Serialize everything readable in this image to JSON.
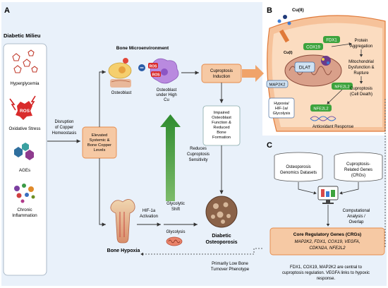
{
  "panels": {
    "a": "A",
    "b": "B",
    "c": "C"
  },
  "milieu": {
    "title": "Diabetic Milieu",
    "items": [
      "Hyperglycemia",
      "Oxidative Stress",
      "AGEs",
      "Chronic Inflammation"
    ],
    "ros_badge": "ROS"
  },
  "flow": {
    "disruption": "Disruption of Copper Homeostasis",
    "elevated": "Elevated Systemic & Bone Copper Levels",
    "bone_env": "Bone Microenvironment",
    "osteoblast": "Osteoblast",
    "osteoblast_cu": "Osteoblast under High Cu",
    "ros": "ROS",
    "cuproptosis_induction": "Cuproptosis Induction",
    "impaired": "Impaired Osteoblast Function & Reduced Bone Formation",
    "reduces": "Reduces Cuproptosis Sensitivity",
    "hif_activation": "HIF-1a Activation",
    "glycolytic_shift": "Glycolytic Shift",
    "glycolysis": "Glycolysis",
    "bone_hypoxia": "Bone Hypoxia",
    "diabetic_op": "Diabetic Osteoporosis",
    "low_turnover": "Primarily Low Bone Turnover Phenotype"
  },
  "panel_b": {
    "cu": "Cu(II)",
    "cu_inner": "Cu(I)",
    "fdx1": "FDX1",
    "cox19": "COX19",
    "dlat": "DLAT",
    "map2k2": "MAP2K2",
    "hypoxia": "Hypoxia/ HIF-1a/ Glycolysis",
    "nfe2l2_a": "NFE2L2",
    "nfe2l2_b": "NFE2L2",
    "antioxidant": "Antioxidant Response",
    "protein_agg": "Protein Aggregation",
    "mito": "Mitochondrial Dysfunction & Rupture",
    "cuproptosis": "Cuproptosis (Cell Death)"
  },
  "panel_c": {
    "db1": "Osteoporosis Genomics Datasets",
    "db2": "Cuproptosis-Related Genes (CRGs)",
    "comp": "Computational Analysis / Overlap",
    "crg_title": "Core Regulatory Genes (CRGs)",
    "crg_genes1": "MAP2K2, FDX1, COX19, VEGFA,",
    "crg_genes2": "CDKN2A, NFE2L2",
    "note1": "FDX1, COX19, MAP2K2 are central to",
    "note2": "cuproptosis regulation. VEGFA links to hypoxic",
    "note3": "response."
  },
  "colors": {
    "orange_fill": "#f6c9a4",
    "orange_stroke": "#e58a4a",
    "panel_bg": "#e9f1fa",
    "green": "#3da33d",
    "arrow": "#333333"
  }
}
